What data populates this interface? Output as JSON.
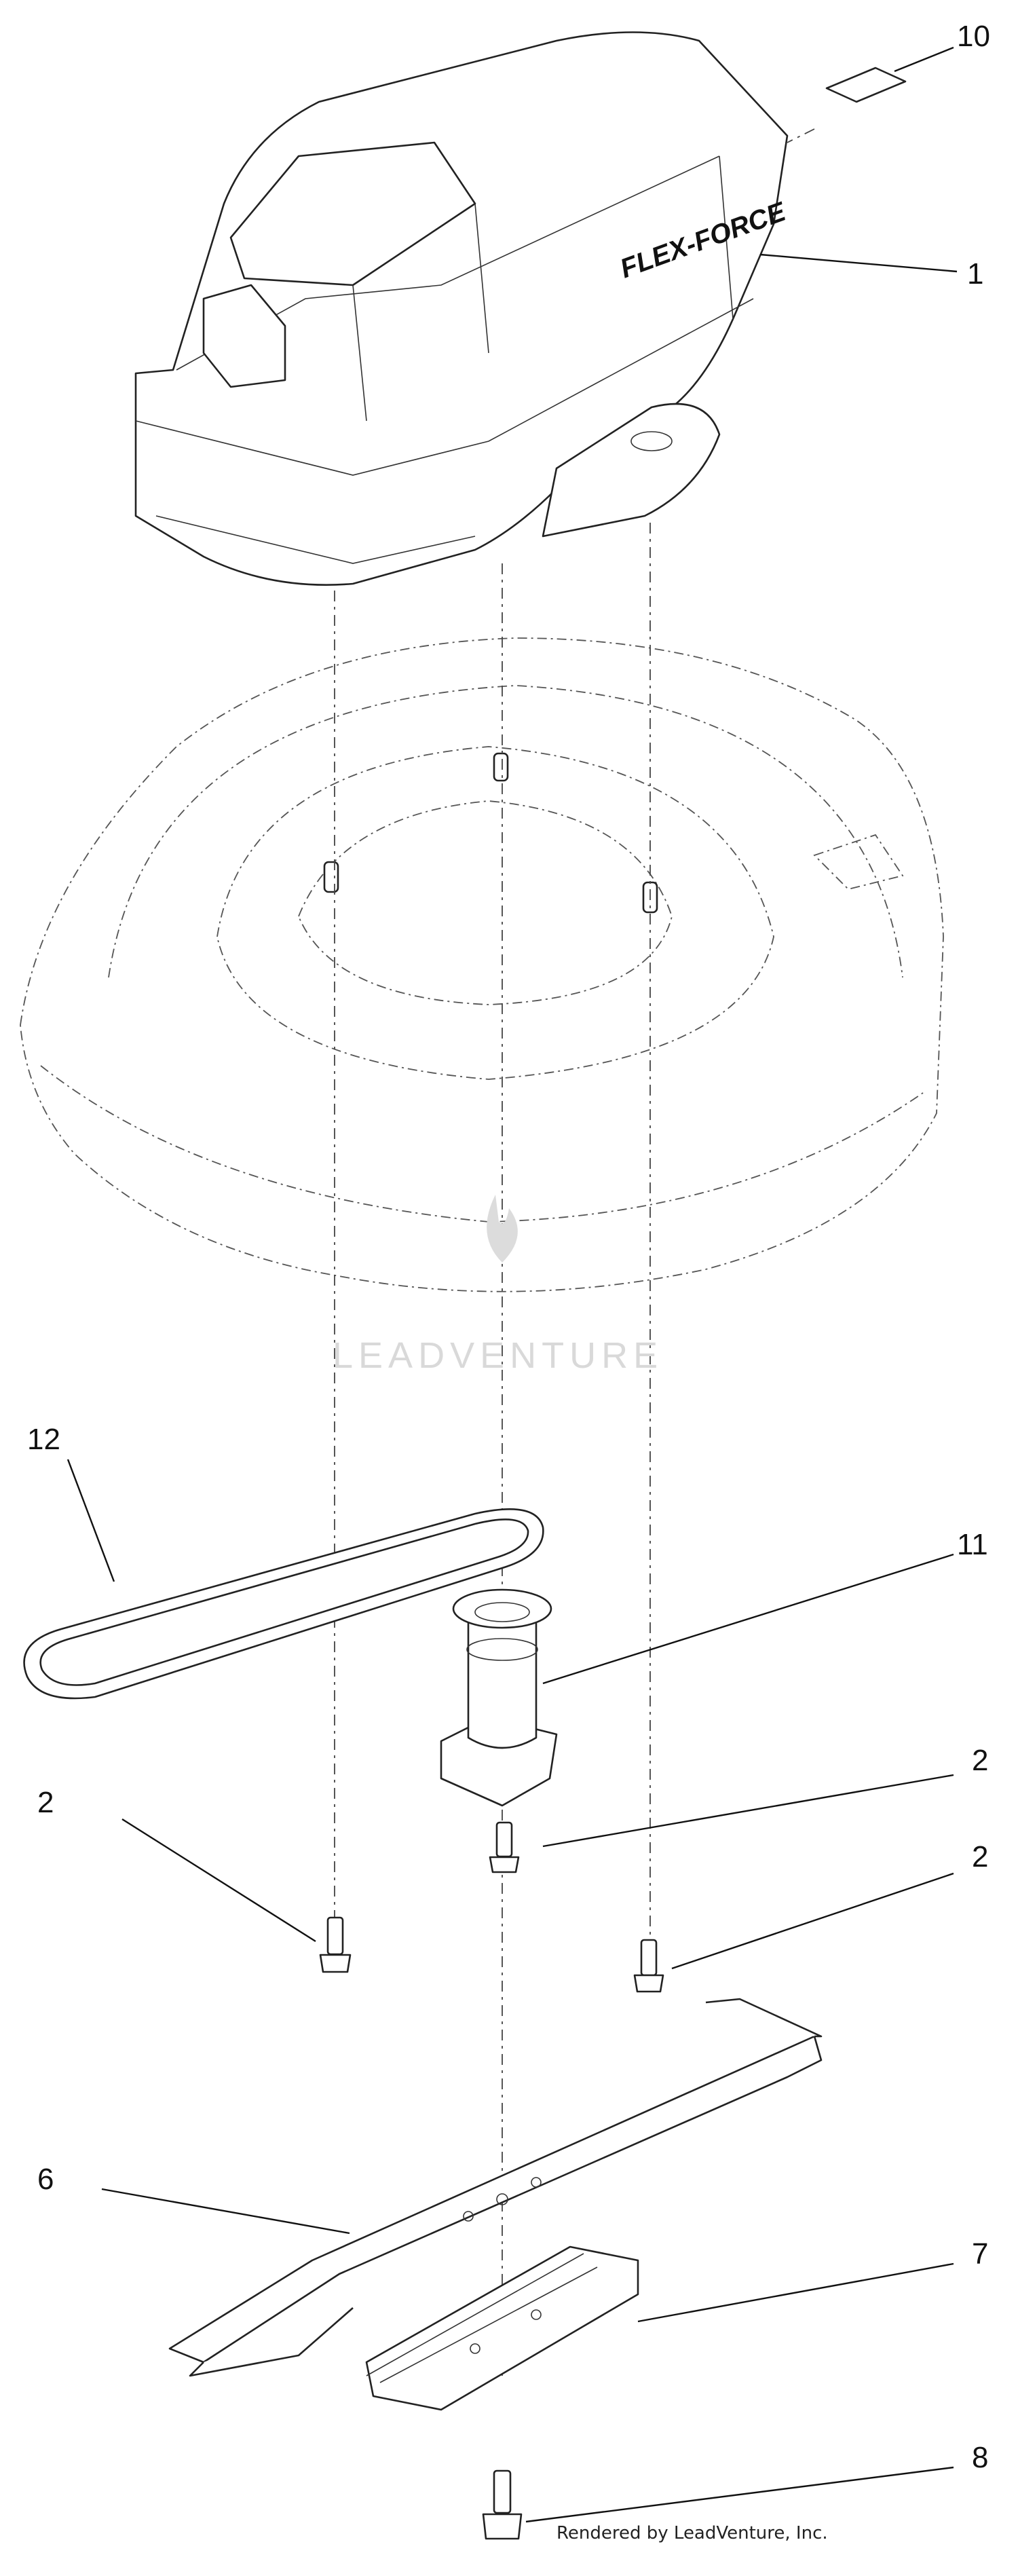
{
  "diagram": {
    "brand_text": "FLEX-FORCE",
    "watermark": "LEADVENTURE",
    "credit": "Rendered by LeadVenture, Inc.",
    "callouts": [
      {
        "id": "callout-10",
        "label": "10"
      },
      {
        "id": "callout-1",
        "label": "1"
      },
      {
        "id": "callout-12",
        "label": "12"
      },
      {
        "id": "callout-11",
        "label": "11"
      },
      {
        "id": "callout-2a",
        "label": "2"
      },
      {
        "id": "callout-2b",
        "label": "2"
      },
      {
        "id": "callout-2c",
        "label": "2"
      },
      {
        "id": "callout-6",
        "label": "6"
      },
      {
        "id": "callout-7",
        "label": "7"
      },
      {
        "id": "callout-8",
        "label": "8"
      }
    ]
  }
}
